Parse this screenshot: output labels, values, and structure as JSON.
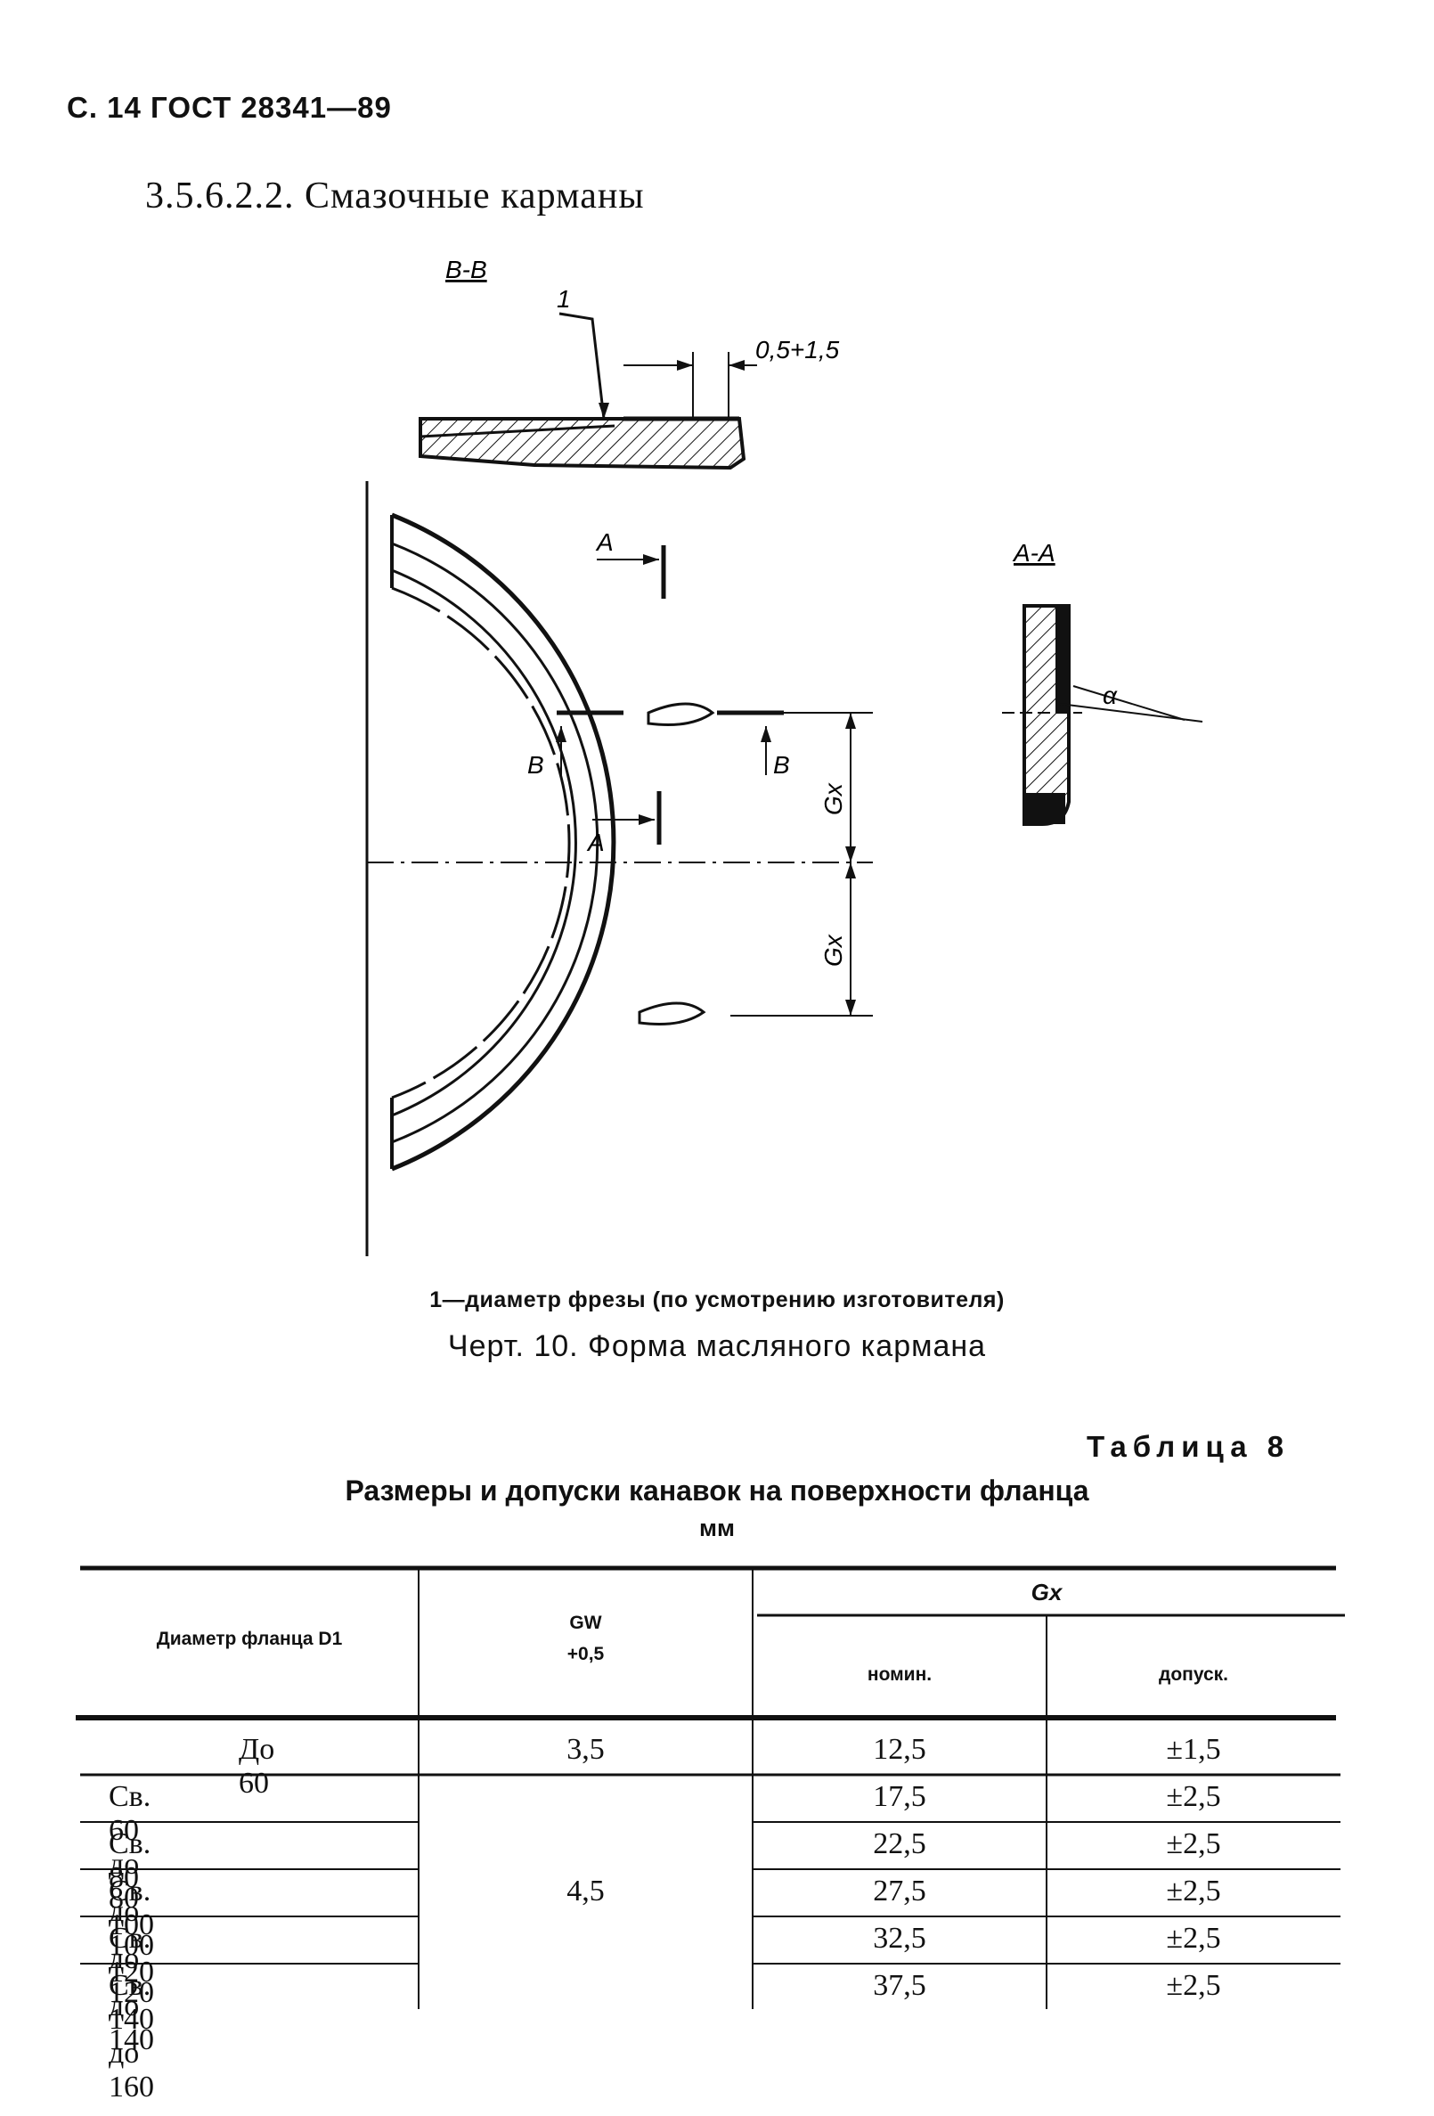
{
  "page": {
    "header": "С. 14 ГОСТ 28341—89",
    "section_title": "3.5.6.2.2. Смазочные карманы"
  },
  "drawing": {
    "labels": {
      "section_bb": "В-В",
      "item_1": "1",
      "dim_pocket": "0,5+1,5",
      "section_aa": "А-А",
      "cut_a_top": "А",
      "cut_a_mid": "А",
      "cut_b_left": "В",
      "cut_b_right": "В",
      "dim_gx_top": "Gx",
      "dim_gx_bottom": "Gx",
      "angle": "α"
    },
    "legend": "1—диаметр фрезы (по усмотрению изготовителя)",
    "caption": "Черт. 10. Форма масляного кармана"
  },
  "table": {
    "label": "Таблица 8",
    "title": "Размеры и допуски канавок на поверхности фланца",
    "units": "мм",
    "headers": {
      "diameter": "Диаметр фланца D1",
      "gw_symbol": "GW",
      "gw_tolerance": "+0,5",
      "gx": "Gx",
      "gx_nominal": "номин.",
      "gx_tolerance": "допуск."
    },
    "rows": [
      {
        "diameter": "До 60",
        "gw": "3,5",
        "nominal": "12,5",
        "tolerance": "±1,5"
      },
      {
        "diameter": "Св. 60 до 80",
        "gw": "",
        "nominal": "17,5",
        "tolerance": "±2,5"
      },
      {
        "diameter": "Св. 80 до 100",
        "gw": "",
        "nominal": "22,5",
        "tolerance": "±2,5"
      },
      {
        "diameter": "Св. 100 до 120",
        "gw": "4,5",
        "nominal": "27,5",
        "tolerance": "±2,5"
      },
      {
        "diameter": "Св. 120 до 140",
        "gw": "",
        "nominal": "32,5",
        "tolerance": "±2,5"
      },
      {
        "diameter": "Св. 140 до 160",
        "gw": "",
        "nominal": "37,5",
        "tolerance": "±2,5"
      }
    ]
  }
}
